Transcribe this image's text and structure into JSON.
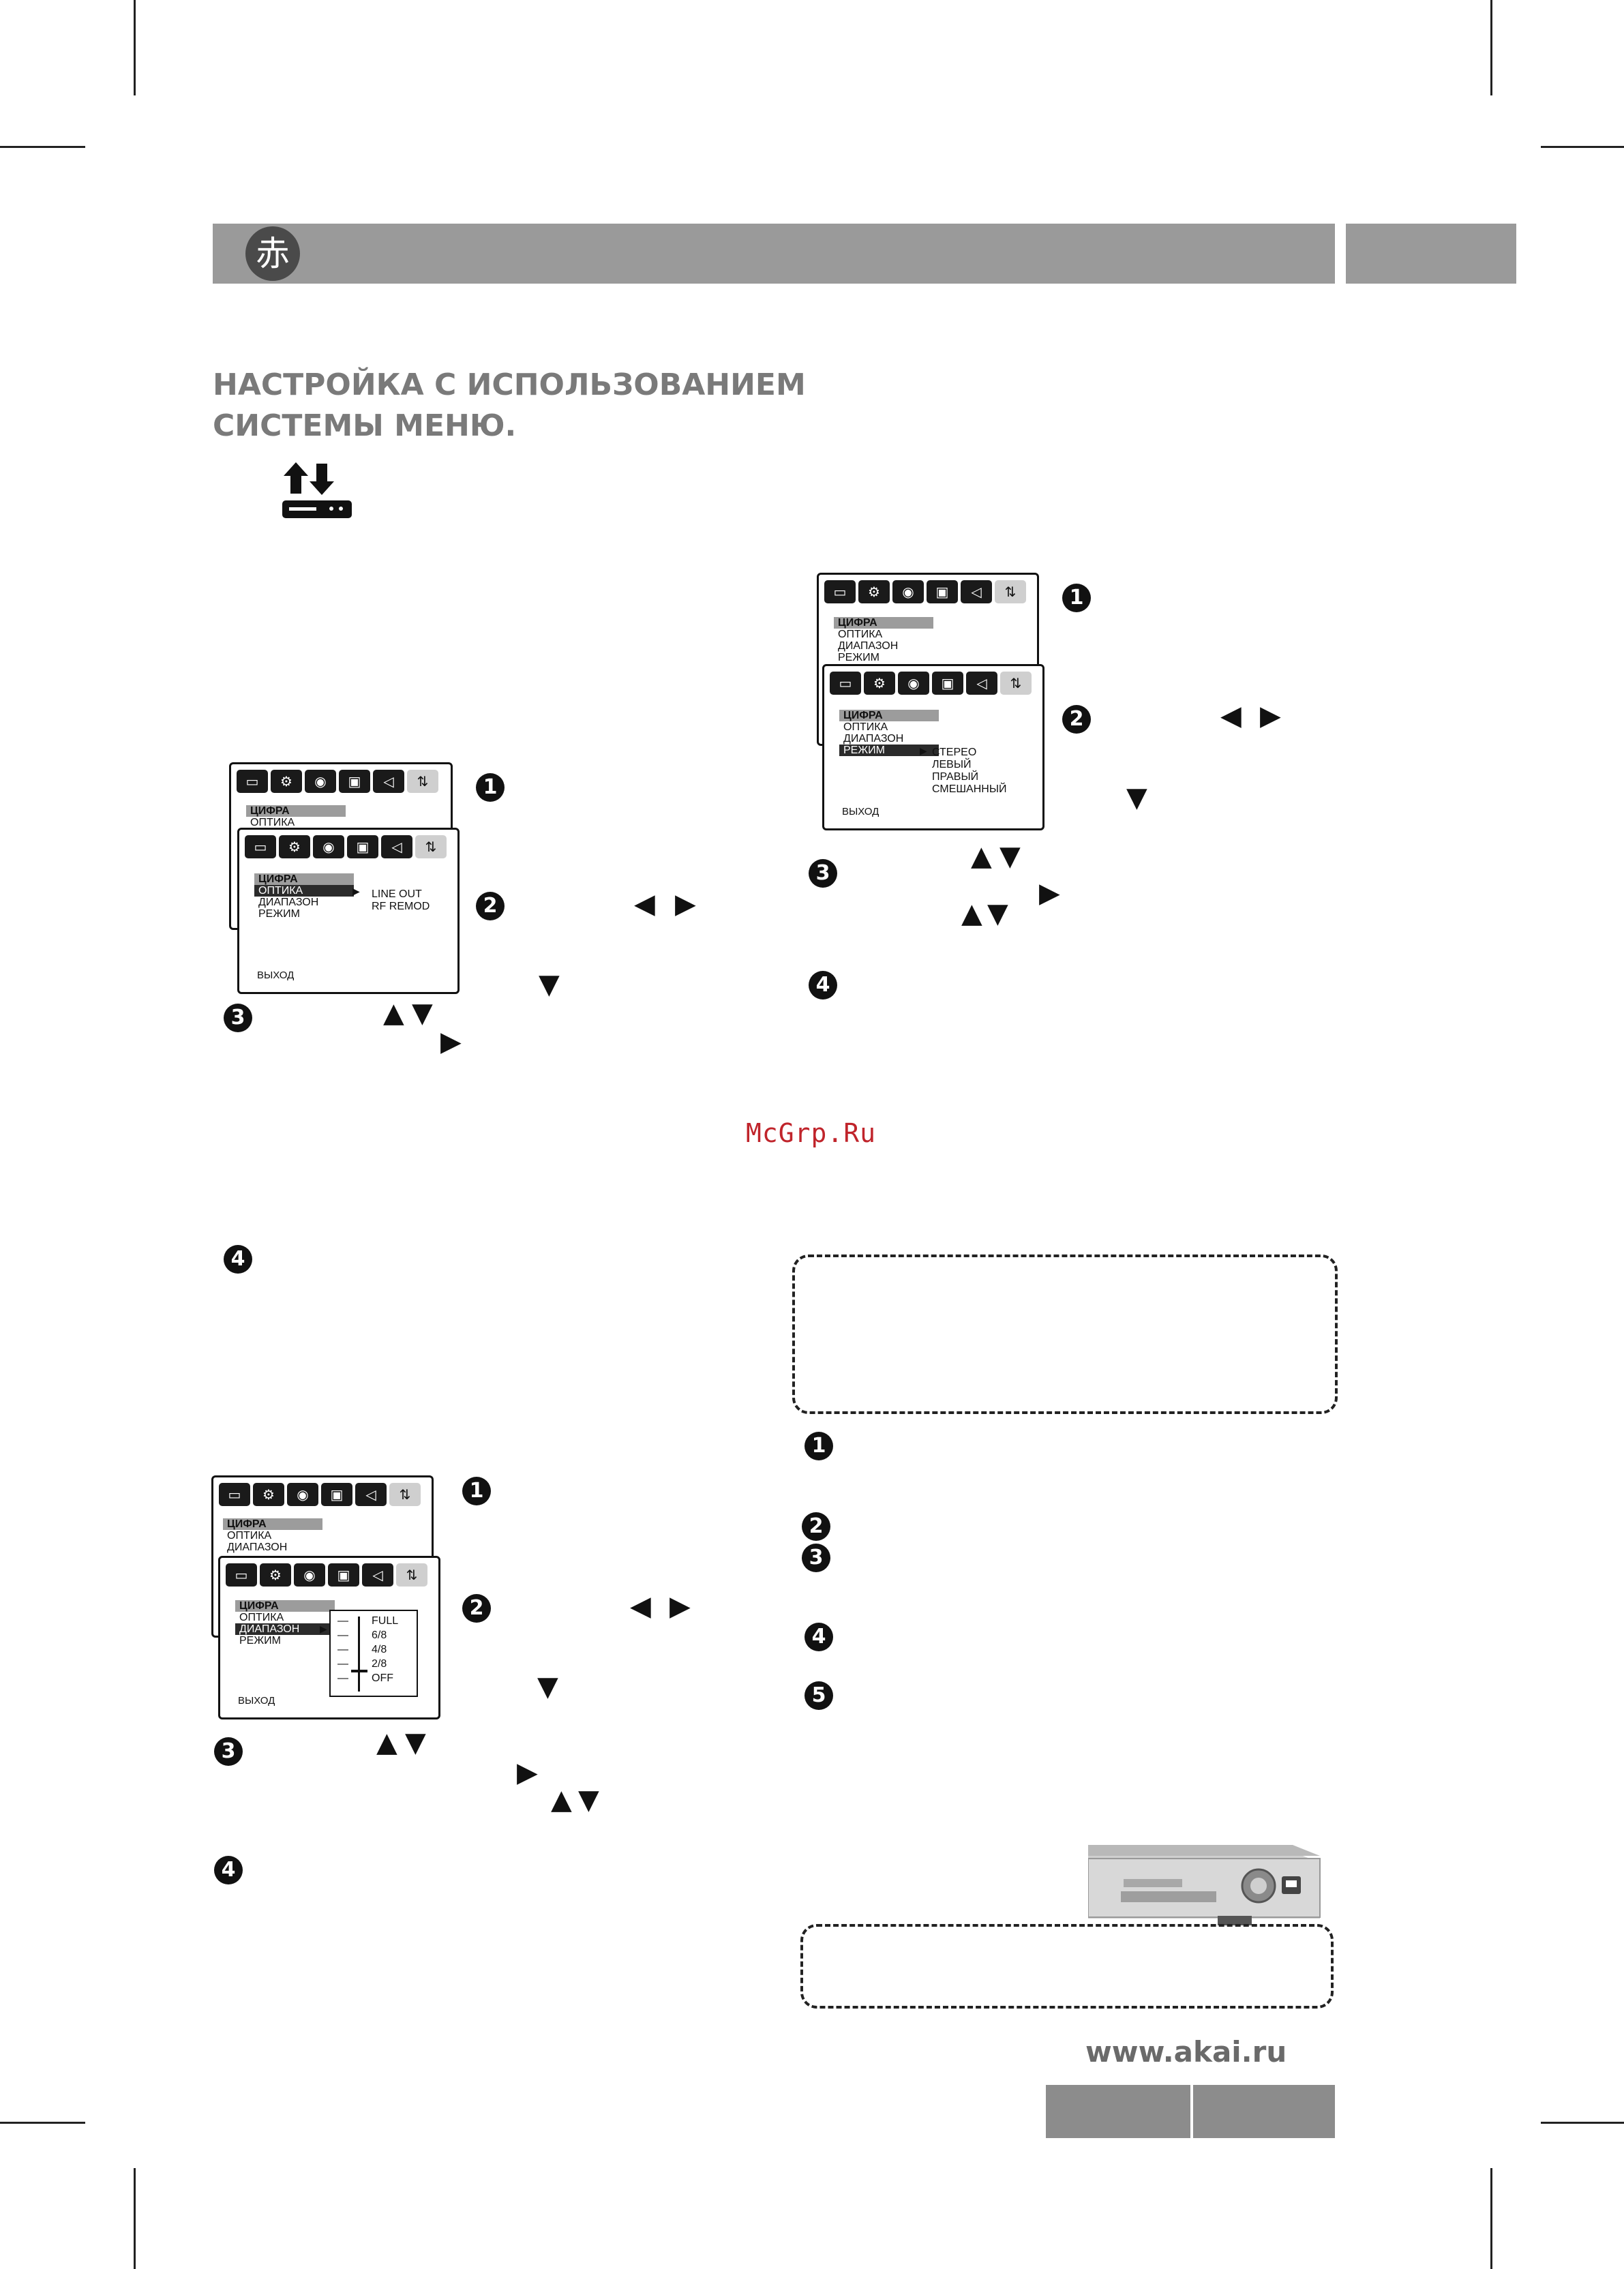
{
  "header": {
    "logo_glyph": "赤"
  },
  "title": {
    "line1": "НАСТРОЙКА С ИСПОЛЬЗОВАНИЕМ",
    "line2": "СИСТЕМЫ МЕНЮ."
  },
  "watermark": "McGrp.Ru",
  "site": "www.akai.ru",
  "menu": {
    "items": [
      "ЦИФРА",
      "ОПТИКА",
      "ДИАПАЗОН",
      "РЕЖИМ"
    ],
    "exit": "ВЫХОД",
    "optics_options": [
      "LINE OUT",
      "RF REMOD"
    ],
    "mode_options": [
      "СТЕРЕО",
      "ЛЕВЫЙ",
      "ПРАВЫЙ",
      "СМЕШАННЫЙ"
    ],
    "range_levels": [
      "FULL",
      "6/8",
      "4/8",
      "2/8",
      "OFF"
    ]
  },
  "steps": {
    "s1": "1",
    "s2": "2",
    "s3": "3",
    "s4": "4",
    "s5": "5"
  },
  "arrows": {
    "left": "◀",
    "right": "▶",
    "up": "▲",
    "down": "▼"
  }
}
